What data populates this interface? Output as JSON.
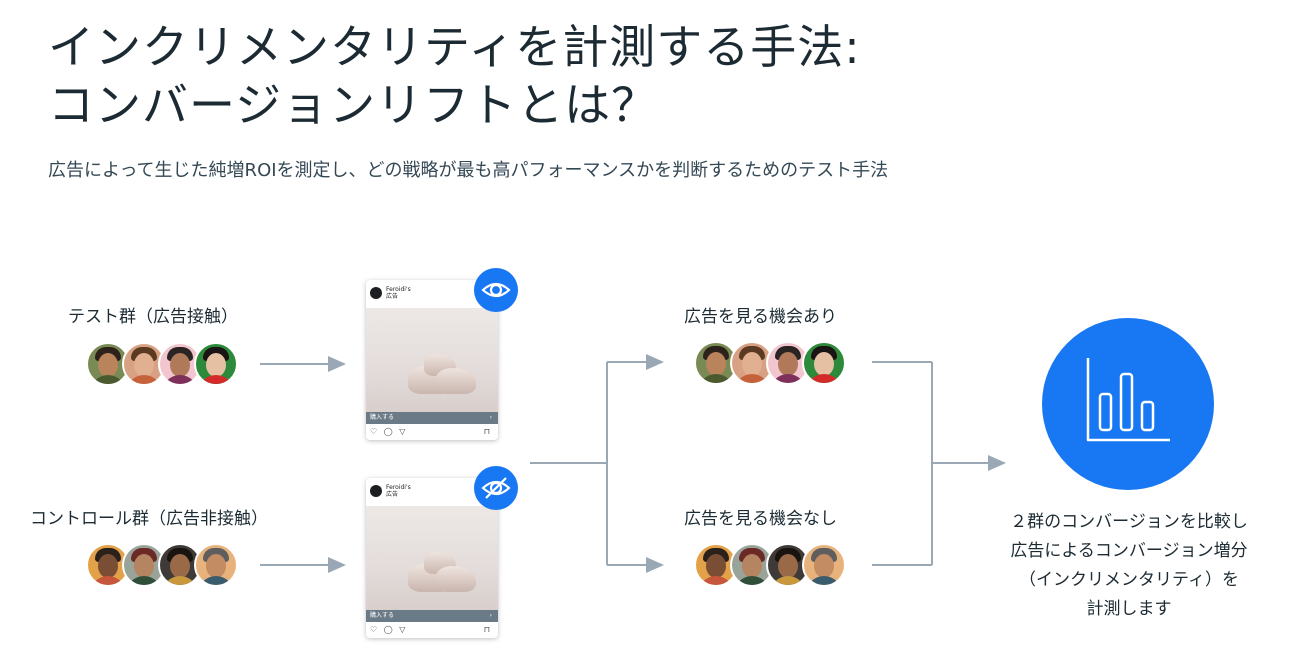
{
  "title_line1": "インクリメンタリティを計測する手法:",
  "title_line2": "コンバージョンリフトとは？",
  "subtitle": "広告によって生じた純増ROIを測定し、どの戦略が最も高パフォーマンスかを判断するためのテスト手法",
  "test_group_label": "テスト群（広告接触）",
  "control_group_label": "コントロール群（広告非接触）",
  "opportunity_yes_label": "広告を見る機会あり",
  "opportunity_no_label": "広告を見る機会なし",
  "ad_card": {
    "brand_name": "Feroidi's",
    "sponsored": "広告",
    "cta": "購入する",
    "cta_arrow": "›",
    "action_icons": "♡ ◯ ▽",
    "bookmark_icon": "⊓"
  },
  "result_lines": [
    "２群のコンバージョンを比較し",
    "広告によるコンバージョン増分",
    "（インクリメンタリティ）を",
    "計測します"
  ],
  "colors": {
    "accent": "#1877f2",
    "arrow": "#9aa7b4",
    "cta_bar": "#6b7a87"
  }
}
